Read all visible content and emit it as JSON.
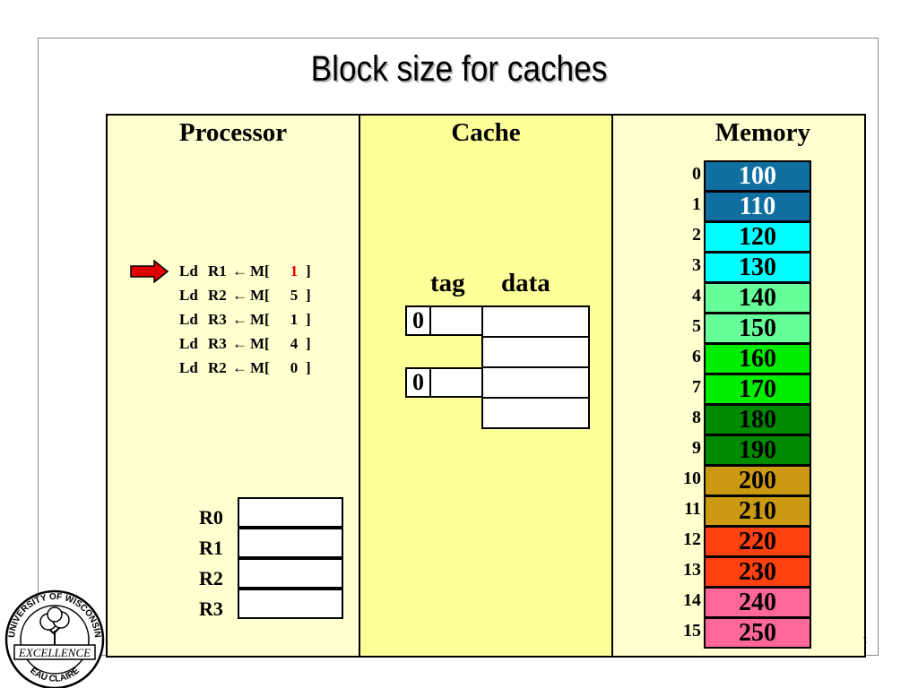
{
  "title": "Block size for caches",
  "processor": {
    "heading": "Processor",
    "instructions": [
      {
        "op": "Ld",
        "reg": "R1",
        "arrow": "←",
        "mem": "M[",
        "addr": "1",
        "close": "]"
      },
      {
        "op": "Ld",
        "reg": "R2",
        "arrow": "←",
        "mem": "M[",
        "addr": "5",
        "close": "]"
      },
      {
        "op": "Ld",
        "reg": "R3",
        "arrow": "←",
        "mem": "M[",
        "addr": "1",
        "close": "]"
      },
      {
        "op": "Ld",
        "reg": "R3",
        "arrow": "←",
        "mem": "M[",
        "addr": "4",
        "close": "]"
      },
      {
        "op": "Ld",
        "reg": "R2",
        "arrow": "←",
        "mem": "M[",
        "addr": "0",
        "close": "]"
      }
    ],
    "current_instruction": 1,
    "registers": [
      {
        "name": "R0",
        "value": ""
      },
      {
        "name": "R1",
        "value": ""
      },
      {
        "name": "R2",
        "value": ""
      },
      {
        "name": "R3",
        "value": ""
      }
    ]
  },
  "cache": {
    "heading": "Cache",
    "tag_label": "tag",
    "data_label": "data",
    "lines": [
      {
        "valid": "0",
        "tag": "",
        "data": [
          "",
          ""
        ]
      },
      {
        "valid": "0",
        "tag": "",
        "data": [
          "",
          ""
        ]
      }
    ]
  },
  "memory": {
    "heading": "Memory",
    "cells": [
      {
        "addr": "0",
        "value": "100",
        "color": "#0e6fa0",
        "text": "#ffffff"
      },
      {
        "addr": "1",
        "value": "110",
        "color": "#0e6fa0",
        "text": "#ffffff"
      },
      {
        "addr": "2",
        "value": "120",
        "color": "#00ffff",
        "text": "#000000"
      },
      {
        "addr": "3",
        "value": "130",
        "color": "#00ffff",
        "text": "#000000"
      },
      {
        "addr": "4",
        "value": "140",
        "color": "#66ff99",
        "text": "#000000"
      },
      {
        "addr": "5",
        "value": "150",
        "color": "#66ff99",
        "text": "#000000"
      },
      {
        "addr": "6",
        "value": "160",
        "color": "#00ee00",
        "text": "#000000"
      },
      {
        "addr": "7",
        "value": "170",
        "color": "#00ee00",
        "text": "#000000"
      },
      {
        "addr": "8",
        "value": "180",
        "color": "#008a00",
        "text": "#000000"
      },
      {
        "addr": "9",
        "value": "190",
        "color": "#008a00",
        "text": "#000000"
      },
      {
        "addr": "10",
        "value": "200",
        "color": "#cc9a10",
        "text": "#000000"
      },
      {
        "addr": "11",
        "value": "210",
        "color": "#cc9a10",
        "text": "#000000"
      },
      {
        "addr": "12",
        "value": "220",
        "color": "#ff4010",
        "text": "#000000"
      },
      {
        "addr": "13",
        "value": "230",
        "color": "#ff4010",
        "text": "#000000"
      },
      {
        "addr": "14",
        "value": "240",
        "color": "#ff6699",
        "text": "#000000"
      },
      {
        "addr": "15",
        "value": "250",
        "color": "#ff6699",
        "text": "#000000"
      }
    ]
  },
  "logo": {
    "top_text": "UNIVERSITY OF WISCONSIN",
    "middle_text": "EXCELLENCE",
    "bottom_text": "EAU CLAIRE"
  },
  "corner_text": "t",
  "colors": {
    "active_address": "#e00000",
    "pointer_arrow": "#e00000",
    "processor_bg": "#ffffd0",
    "cache_bg": "#ffff99"
  }
}
